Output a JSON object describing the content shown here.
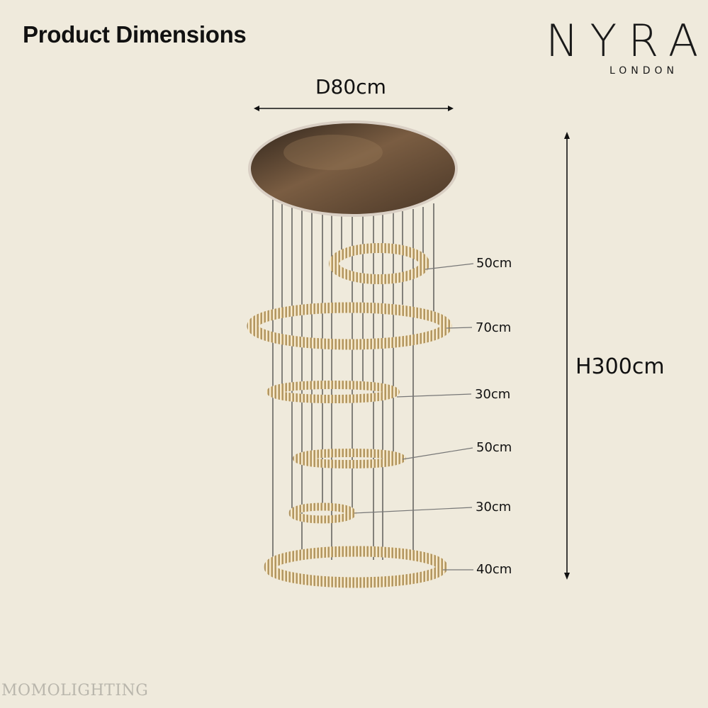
{
  "header": {
    "title": "Product Dimensions"
  },
  "brand": {
    "name": "NYRA",
    "location": "LONDON"
  },
  "dimensions": {
    "width": "D80cm",
    "height": "H300cm"
  },
  "rings": [
    {
      "label": "50cm"
    },
    {
      "label": "70cm"
    },
    {
      "label": "30cm"
    },
    {
      "label": "50cm"
    },
    {
      "label": "30cm"
    },
    {
      "label": "40cm"
    }
  ],
  "watermark": "MOMOLIGHTING",
  "colors": {
    "background": "#efeadc",
    "canopy": "#5a4330",
    "ring_gold": "#d4b77a",
    "suspension_wire": "#3a3a3a"
  }
}
